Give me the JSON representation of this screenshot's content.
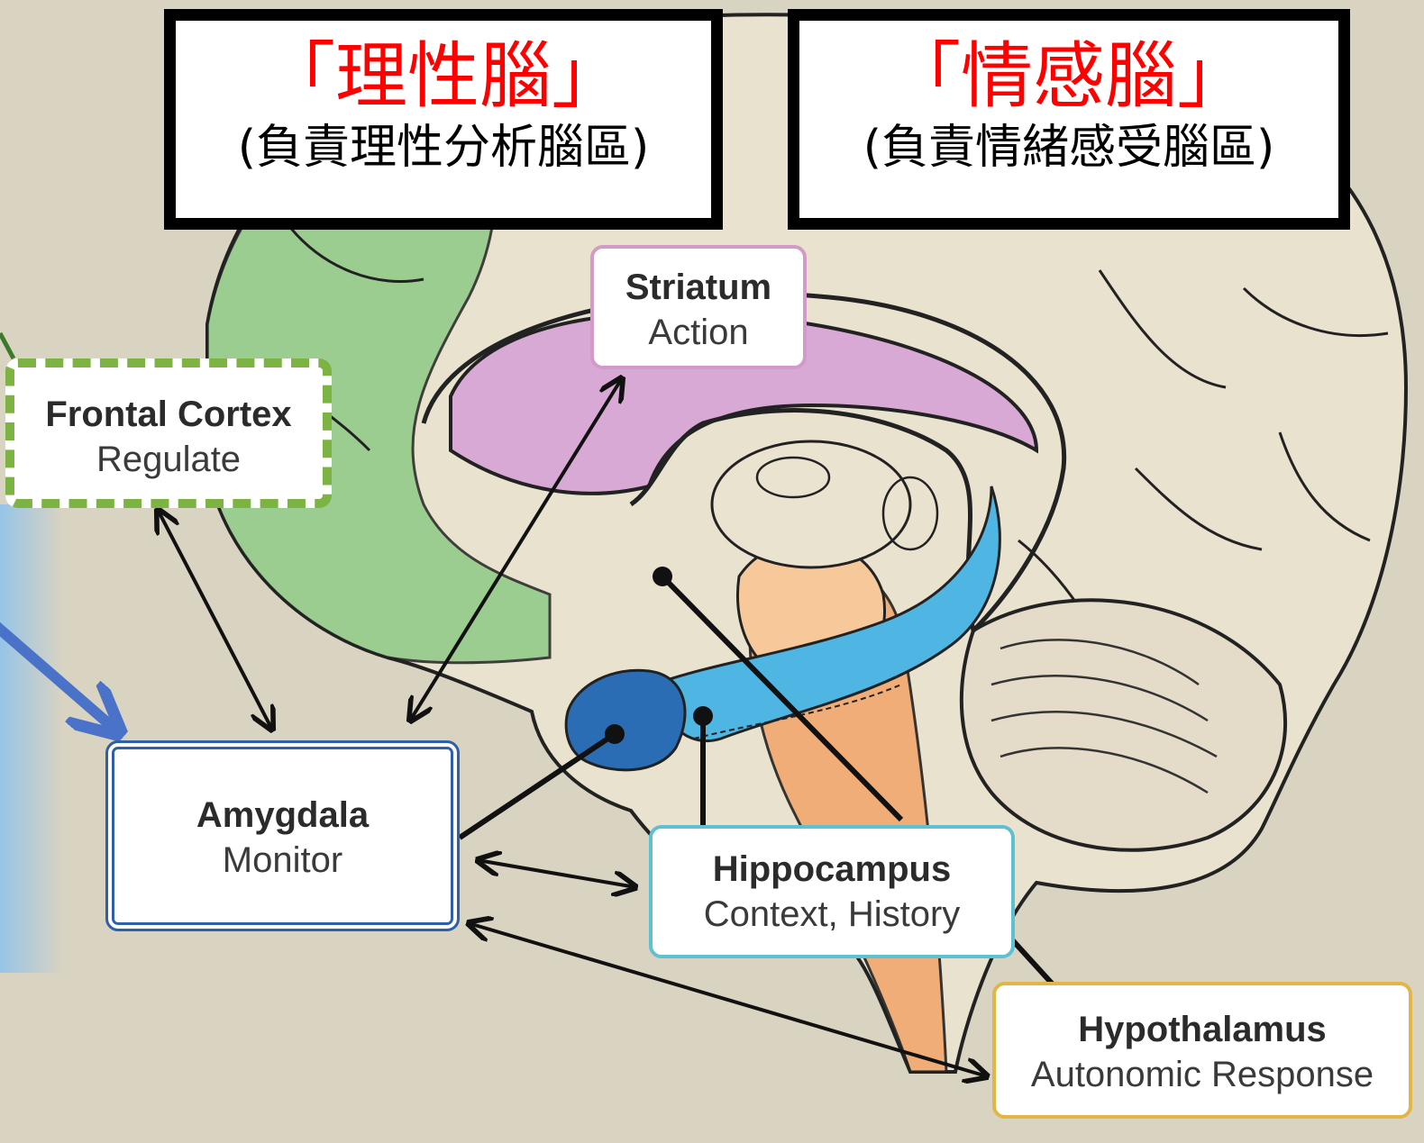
{
  "titles": {
    "rational": {
      "main": "「理性腦」",
      "sub": "(負責理性分析腦區)"
    },
    "emotional": {
      "main": "「情感腦」",
      "sub": "(負責情緒感受腦區)"
    }
  },
  "regions": {
    "frontal_cortex": {
      "name": "Frontal Cortex",
      "function": "Regulate",
      "color": "#7cb342"
    },
    "striatum": {
      "name": "Striatum",
      "function": "Action",
      "color": "#d39ac9"
    },
    "amygdala": {
      "name": "Amygdala",
      "function": "Monitor",
      "color": "#2f5fa8"
    },
    "hippocampus": {
      "name": "Hippocampus",
      "function": "Context, History",
      "color": "#5ec0d0"
    },
    "hypothalamus": {
      "name": "Hypothalamus",
      "function": "Autonomic Response",
      "color": "#e3b547"
    }
  },
  "colors": {
    "background": "#d9d3c2",
    "brain": "#e8e2cf",
    "frontal_green": "#8fca86",
    "title_red": "#ff0000",
    "pointer_blue": "#4a72c8"
  }
}
